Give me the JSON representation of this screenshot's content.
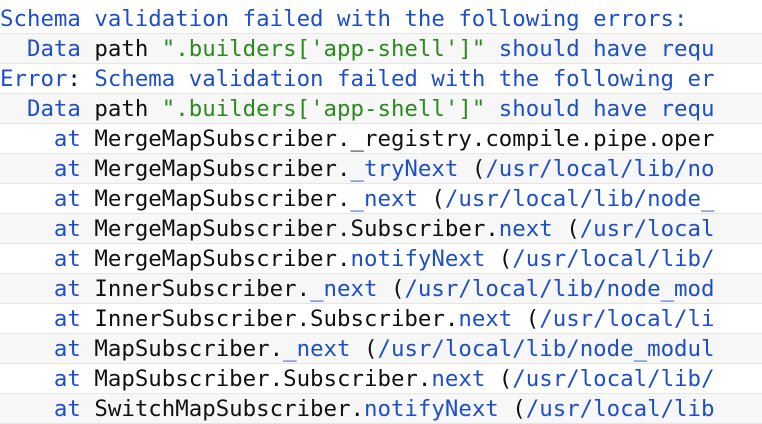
{
  "colors": {
    "blue": "#1c4fc9",
    "green": "#2b8a1e",
    "black": "#111111"
  },
  "lines": [
    [
      {
        "t": "Schema validation failed with the following errors:",
        "c": "blue"
      }
    ],
    [
      {
        "t": "  Data ",
        "c": "blue"
      },
      {
        "t": "path ",
        "c": "black"
      },
      {
        "t": "\".builders['app-shell']\"",
        "c": "green"
      },
      {
        "t": " should have requ",
        "c": "blue"
      }
    ],
    [
      {
        "t": "Error",
        "c": "blue"
      },
      {
        "t": ": ",
        "c": "black"
      },
      {
        "t": "Schema validation failed with the following er",
        "c": "blue"
      }
    ],
    [
      {
        "t": "  Data ",
        "c": "blue"
      },
      {
        "t": "path ",
        "c": "black"
      },
      {
        "t": "\".builders['app-shell']\"",
        "c": "green"
      },
      {
        "t": " should have requ",
        "c": "blue"
      }
    ],
    [
      {
        "t": "    at ",
        "c": "blue"
      },
      {
        "t": "MergeMapSubscriber",
        "c": "black"
      },
      {
        "t": ".",
        "c": "black"
      },
      {
        "t": "_registry.compile.pipe.oper",
        "c": "black"
      }
    ],
    [
      {
        "t": "    at ",
        "c": "blue"
      },
      {
        "t": "MergeMapSubscriber.",
        "c": "black"
      },
      {
        "t": "_tryNext",
        "c": "blue"
      },
      {
        "t": " (",
        "c": "black"
      },
      {
        "t": "/usr/local/lib/no",
        "c": "blue"
      }
    ],
    [
      {
        "t": "    at ",
        "c": "blue"
      },
      {
        "t": "MergeMapSubscriber.",
        "c": "black"
      },
      {
        "t": "_next",
        "c": "blue"
      },
      {
        "t": " (",
        "c": "black"
      },
      {
        "t": "/usr/local/lib/node_",
        "c": "blue"
      }
    ],
    [
      {
        "t": "    at ",
        "c": "blue"
      },
      {
        "t": "MergeMapSubscriber.Subscriber.",
        "c": "black"
      },
      {
        "t": "next",
        "c": "blue"
      },
      {
        "t": " (",
        "c": "black"
      },
      {
        "t": "/usr/local",
        "c": "blue"
      }
    ],
    [
      {
        "t": "    at ",
        "c": "blue"
      },
      {
        "t": "MergeMapSubscriber.",
        "c": "black"
      },
      {
        "t": "notifyNext",
        "c": "blue"
      },
      {
        "t": " (",
        "c": "black"
      },
      {
        "t": "/usr/local/lib/",
        "c": "blue"
      }
    ],
    [
      {
        "t": "    at ",
        "c": "blue"
      },
      {
        "t": "InnerSubscriber.",
        "c": "black"
      },
      {
        "t": "_next",
        "c": "blue"
      },
      {
        "t": " (",
        "c": "black"
      },
      {
        "t": "/usr/local/lib/node_mod",
        "c": "blue"
      }
    ],
    [
      {
        "t": "    at ",
        "c": "blue"
      },
      {
        "t": "InnerSubscriber.Subscriber.",
        "c": "black"
      },
      {
        "t": "next",
        "c": "blue"
      },
      {
        "t": " (",
        "c": "black"
      },
      {
        "t": "/usr/local/li",
        "c": "blue"
      }
    ],
    [
      {
        "t": "    at ",
        "c": "blue"
      },
      {
        "t": "MapSubscriber.",
        "c": "black"
      },
      {
        "t": "_next",
        "c": "blue"
      },
      {
        "t": " (",
        "c": "black"
      },
      {
        "t": "/usr/local/lib/node_modul",
        "c": "blue"
      }
    ],
    [
      {
        "t": "    at ",
        "c": "blue"
      },
      {
        "t": "MapSubscriber.Subscriber.",
        "c": "black"
      },
      {
        "t": "next",
        "c": "blue"
      },
      {
        "t": " (",
        "c": "black"
      },
      {
        "t": "/usr/local/lib/",
        "c": "blue"
      }
    ],
    [
      {
        "t": "    at ",
        "c": "blue"
      },
      {
        "t": "SwitchMapSubscriber.",
        "c": "black"
      },
      {
        "t": "notifyNext",
        "c": "blue"
      },
      {
        "t": " (",
        "c": "black"
      },
      {
        "t": "/usr/local/lib",
        "c": "blue"
      }
    ]
  ]
}
